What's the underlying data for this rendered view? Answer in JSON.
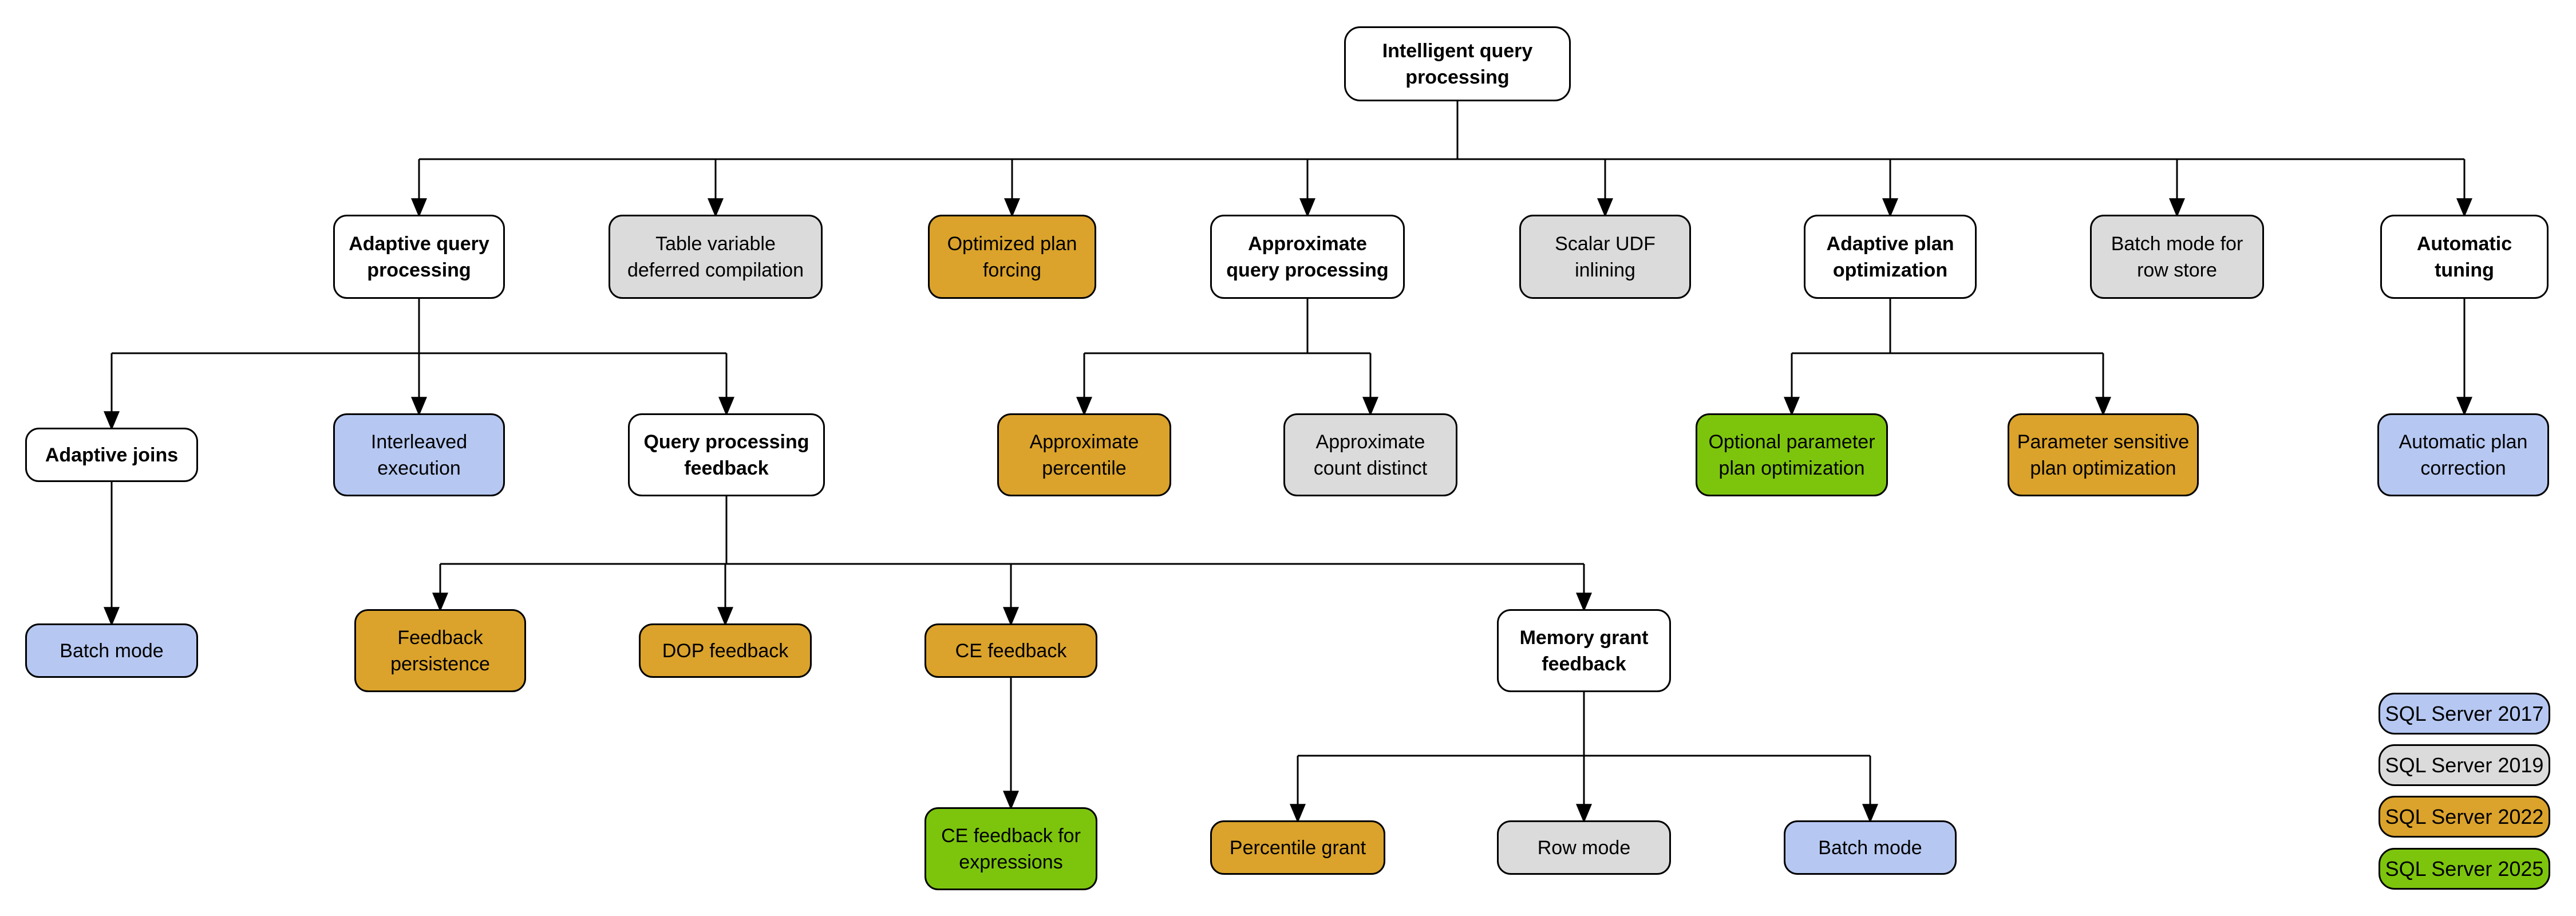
{
  "colors": {
    "2017": "#B6C8F2",
    "2019": "#DBDBDB",
    "2022": "#DBA32B",
    "2025": "#7DC50D",
    "none": "#FFFFFF"
  },
  "diagram": {
    "nodes": [
      {
        "id": "intelligent-query-processing",
        "label": "Intelligent query\nprocessing",
        "version": "none"
      },
      {
        "id": "adaptive-query-processing",
        "label": "Adaptive query\nprocessing",
        "version": "none"
      },
      {
        "id": "table-variable-deferred-compilation",
        "label": "Table variable\ndeferred compilation",
        "version": "2019"
      },
      {
        "id": "optimized-plan-forcing",
        "label": "Optimized plan\nforcing",
        "version": "2022"
      },
      {
        "id": "approximate-query-processing",
        "label": "Approximate\nquery processing",
        "version": "none"
      },
      {
        "id": "scalar-udf-inlining",
        "label": "Scalar UDF\ninlining",
        "version": "2019"
      },
      {
        "id": "adaptive-plan-optimization",
        "label": "Adaptive plan\noptimization",
        "version": "none"
      },
      {
        "id": "batch-mode-for-row-store",
        "label": "Batch mode for\nrow store",
        "version": "2019"
      },
      {
        "id": "automatic-tuning",
        "label": "Automatic\ntuning",
        "version": "none"
      },
      {
        "id": "adaptive-joins",
        "label": "Adaptive joins",
        "version": "none"
      },
      {
        "id": "interleaved-execution",
        "label": "Interleaved\nexecution",
        "version": "2017"
      },
      {
        "id": "query-processing-feedback",
        "label": "Query processing\nfeedback",
        "version": "none"
      },
      {
        "id": "approximate-percentile",
        "label": "Approximate\npercentile",
        "version": "2022"
      },
      {
        "id": "approximate-count-distinct",
        "label": "Approximate\ncount distinct",
        "version": "2019"
      },
      {
        "id": "optional-parameter-plan-optimization",
        "label": "Optional parameter\nplan optimization",
        "version": "2025"
      },
      {
        "id": "parameter-sensitive-plan-optimization",
        "label": "Parameter sensitive\nplan optimization",
        "version": "2022"
      },
      {
        "id": "automatic-plan-correction",
        "label": "Automatic plan\ncorrection",
        "version": "2017"
      },
      {
        "id": "batch-mode-adaptive-joins",
        "label": "Batch mode",
        "version": "2017"
      },
      {
        "id": "feedback-persistence",
        "label": "Feedback\npersistence",
        "version": "2022"
      },
      {
        "id": "dop-feedback",
        "label": "DOP feedback",
        "version": "2022"
      },
      {
        "id": "ce-feedback",
        "label": "CE feedback",
        "version": "2022"
      },
      {
        "id": "memory-grant-feedback",
        "label": "Memory grant\nfeedback",
        "version": "none"
      },
      {
        "id": "ce-feedback-for-expressions",
        "label": "CE feedback for\nexpressions",
        "version": "2025"
      },
      {
        "id": "percentile-grant",
        "label": "Percentile grant",
        "version": "2022"
      },
      {
        "id": "row-mode",
        "label": "Row mode",
        "version": "2019"
      },
      {
        "id": "batch-mode-memory-grant",
        "label": "Batch mode",
        "version": "2017"
      }
    ],
    "edges": [
      {
        "from": "intelligent-query-processing",
        "to": "adaptive-query-processing"
      },
      {
        "from": "intelligent-query-processing",
        "to": "table-variable-deferred-compilation"
      },
      {
        "from": "intelligent-query-processing",
        "to": "optimized-plan-forcing"
      },
      {
        "from": "intelligent-query-processing",
        "to": "approximate-query-processing"
      },
      {
        "from": "intelligent-query-processing",
        "to": "scalar-udf-inlining"
      },
      {
        "from": "intelligent-query-processing",
        "to": "adaptive-plan-optimization"
      },
      {
        "from": "intelligent-query-processing",
        "to": "batch-mode-for-row-store"
      },
      {
        "from": "intelligent-query-processing",
        "to": "automatic-tuning"
      },
      {
        "from": "adaptive-query-processing",
        "to": "adaptive-joins"
      },
      {
        "from": "adaptive-query-processing",
        "to": "interleaved-execution"
      },
      {
        "from": "adaptive-query-processing",
        "to": "query-processing-feedback"
      },
      {
        "from": "approximate-query-processing",
        "to": "approximate-percentile"
      },
      {
        "from": "approximate-query-processing",
        "to": "approximate-count-distinct"
      },
      {
        "from": "adaptive-plan-optimization",
        "to": "optional-parameter-plan-optimization"
      },
      {
        "from": "adaptive-plan-optimization",
        "to": "parameter-sensitive-plan-optimization"
      },
      {
        "from": "automatic-tuning",
        "to": "automatic-plan-correction"
      },
      {
        "from": "adaptive-joins",
        "to": "batch-mode-adaptive-joins"
      },
      {
        "from": "query-processing-feedback",
        "to": "feedback-persistence"
      },
      {
        "from": "query-processing-feedback",
        "to": "dop-feedback"
      },
      {
        "from": "query-processing-feedback",
        "to": "ce-feedback"
      },
      {
        "from": "query-processing-feedback",
        "to": "memory-grant-feedback"
      },
      {
        "from": "ce-feedback",
        "to": "ce-feedback-for-expressions"
      },
      {
        "from": "memory-grant-feedback",
        "to": "percentile-grant"
      },
      {
        "from": "memory-grant-feedback",
        "to": "row-mode"
      },
      {
        "from": "memory-grant-feedback",
        "to": "batch-mode-memory-grant"
      }
    ]
  },
  "legend": {
    "items": [
      {
        "label": "SQL Server 2017",
        "version": "2017"
      },
      {
        "label": "SQL Server 2019",
        "version": "2019"
      },
      {
        "label": "SQL Server 2022",
        "version": "2022"
      },
      {
        "label": "SQL Server 2025",
        "version": "2025"
      }
    ]
  }
}
